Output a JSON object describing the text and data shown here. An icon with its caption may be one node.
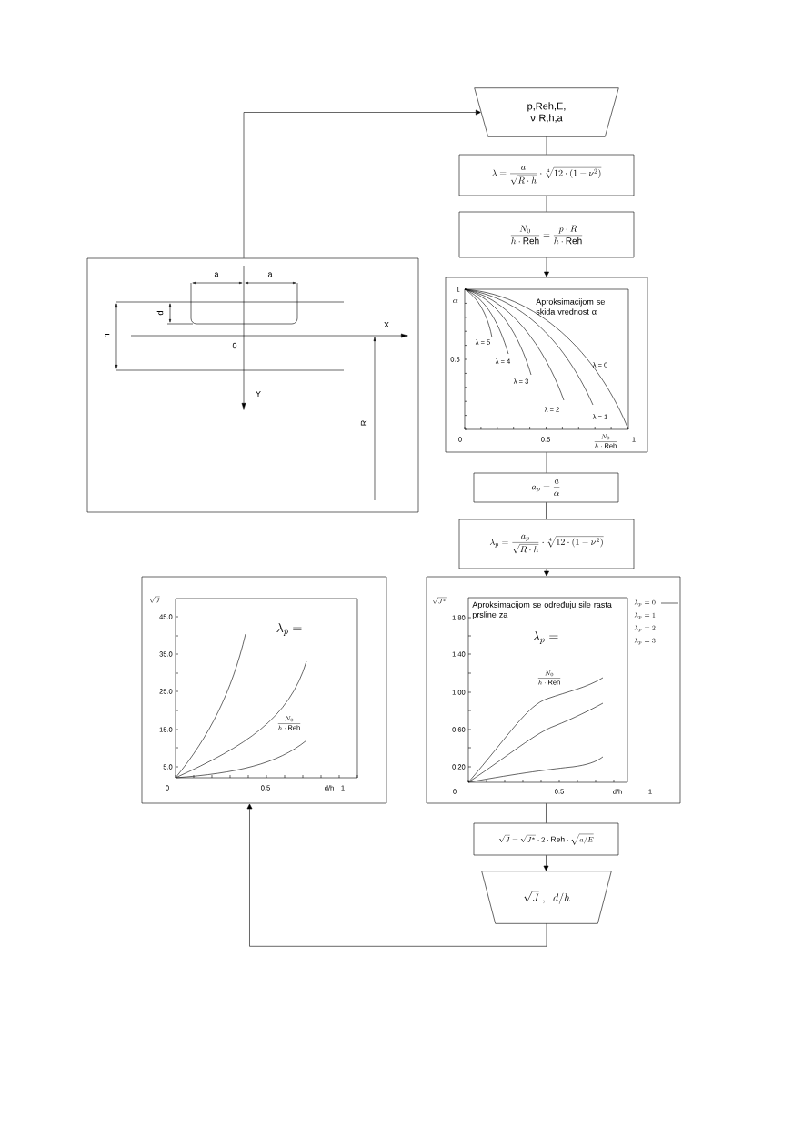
{
  "diagram": {
    "nodes": [
      {
        "text": [
          "p,Reh,E, ν R,h,a"
        ]
      },
      {
        "text": [
          "\\lambda = \\frac{a}{\\sqrt{R\\cdot h}}\\cdot\\sqrt[4]{12\\cdot(1-\\nu^{2})}"
        ]
      },
      {
        "text": [
          "\\frac{N_0}{h\\cdot \\mathrm{Reh}} = \\frac{p\\cdot R}{h\\cdot \\mathrm{Reh}}"
        ]
      },
      {
        "text": [
          "1",
          "\\alpha",
          "Aproksimacijom se skida vrednost α",
          "λ = 5",
          "0.5",
          "λ = 4",
          "λ = 0",
          "λ = 3",
          "λ = 2",
          "λ = 1",
          "0",
          "0.5",
          "\\frac{N_0}{h\\cdot \\mathrm{Reh}}",
          "1"
        ]
      },
      {
        "text": [
          "a_p = \\frac{a}{\\alpha}"
        ]
      },
      {
        "text": [
          "\\lambda_p = \\frac{a_p}{\\sqrt{R\\cdot h}}\\cdot\\sqrt[4]{12\\cdot(1-\\nu^{2})}"
        ]
      },
      {
        "text": [
          "\\sqrt{J^{*}}",
          "1.80",
          "1.40",
          "1.00",
          "0.60",
          "0.20",
          "0",
          "0.5",
          "d/h",
          "1",
          "Aproksimacijom se određuju sile rasta prsline za",
          "\\lambda_p =",
          "\\frac{N_0}{h\\cdot \\mathrm{Reh}}",
          "\\lambda_p = 0",
          "\\lambda_p = 1",
          "\\lambda_p = 2",
          "\\lambda_p = 3"
        ]
      },
      {
        "text": [
          "\\sqrt{J} = \\sqrt{J^{*}}\\cdot 2\\cdot \\mathrm{Reh}\\cdot\\sqrt{a/E}"
        ]
      },
      {
        "text": [
          "\\sqrt{J}\\;,\\;\\; d/h"
        ]
      },
      {
        "text": [
          "\\sqrt{J}",
          "45.0",
          "35.0",
          "25.0",
          "15.0",
          "5.0",
          "0",
          "0.5",
          "d/h",
          "1",
          "\\lambda_p =",
          "\\frac{N_0}{h\\cdot \\mathrm{Reh}}"
        ]
      },
      {
        "text": [
          "a",
          "a",
          "d",
          "h",
          "X",
          "0",
          "Y",
          "R"
        ]
      }
    ],
    "edges": [
      {
        "from": 0,
        "to": 1,
        "arrow": "none"
      },
      {
        "from": 1,
        "to": 2,
        "arrow": "none"
      },
      {
        "from": 2,
        "to": 3,
        "arrow": "to"
      },
      {
        "from": 3,
        "to": 4,
        "arrow": "none"
      },
      {
        "from": 4,
        "to": 5,
        "arrow": "none"
      },
      {
        "from": 5,
        "to": 6,
        "arrow": "to"
      },
      {
        "from": 6,
        "to": 7,
        "arrow": "none"
      },
      {
        "from": 7,
        "to": 8,
        "arrow": "to"
      },
      {
        "from": 8,
        "to": 9,
        "arrow": "to"
      },
      {
        "from": 10,
        "to": 0,
        "arrow": "to"
      }
    ]
  }
}
